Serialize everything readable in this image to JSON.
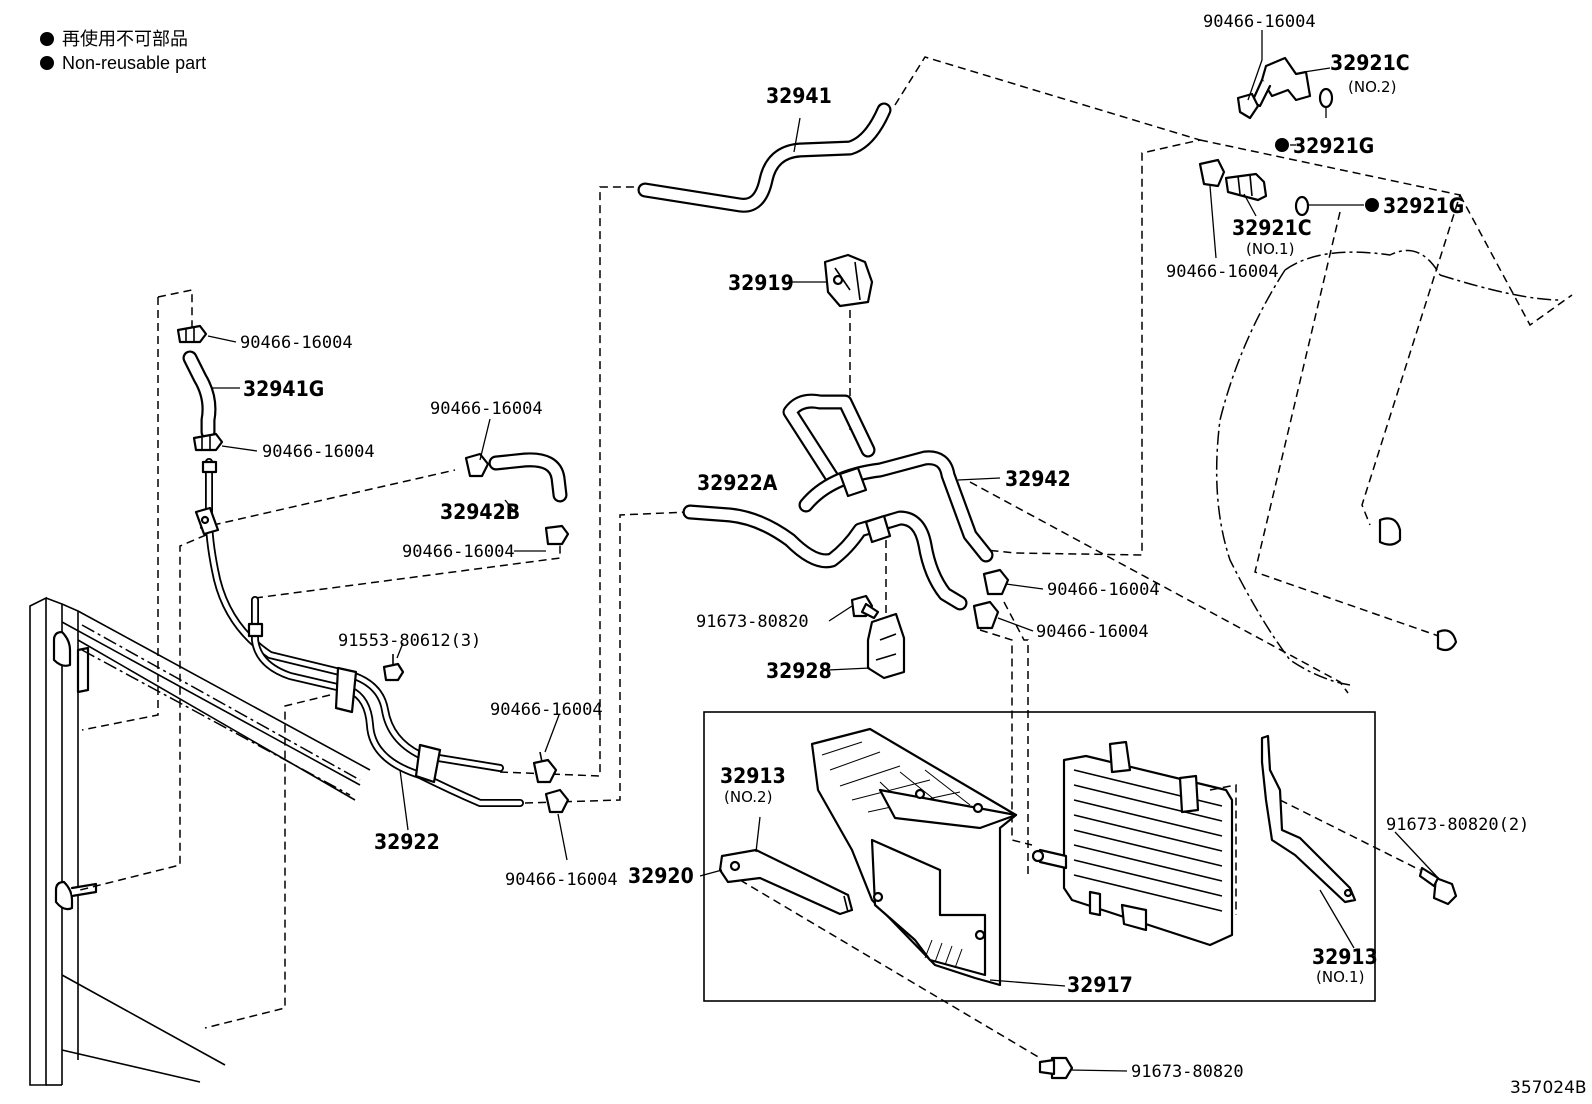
{
  "legend": {
    "items": [
      {
        "text": "再使用不可部品"
      },
      {
        "text": "Non-reusable part"
      }
    ]
  },
  "labels": {
    "l_32941": "32941",
    "l_90466_top": "90466-16004",
    "l_32921c_no2": "32921C",
    "l_32921c_no2_sub": "(NO.2)",
    "l_32921g_a": "32921G",
    "l_32921g_b": "32921G",
    "l_32921c_no1": "32921C",
    "l_32921c_no1_sub": "(NO.1)",
    "l_90466_ur": "90466-16004",
    "l_32919": "32919",
    "l_90466_a": "90466-16004",
    "l_32941g": "32941G",
    "l_90466_b": "90466-16004",
    "l_90466_c": "90466-16004",
    "l_32942b": "32942B",
    "l_90466_d": "90466-16004",
    "l_32942": "32942",
    "l_32922a": "32922A",
    "l_90466_e": "90466-16004",
    "l_90466_f": "90466-16004",
    "l_91553": "91553-80612(3)",
    "l_91673_a": "91673-80820",
    "l_32928": "32928",
    "l_90466_g": "90466-16004",
    "l_32922": "32922",
    "l_90466_h": "90466-16004",
    "l_32913_no2": "32913",
    "l_32913_no2_sub": "(NO.2)",
    "l_32920": "32920",
    "l_91673_b": "91673-80820(2)",
    "l_32913_no1": "32913",
    "l_32913_no1_sub": "(NO.1)",
    "l_32917": "32917",
    "l_91673_c": "91673-80820",
    "l_ref": "357024B"
  }
}
